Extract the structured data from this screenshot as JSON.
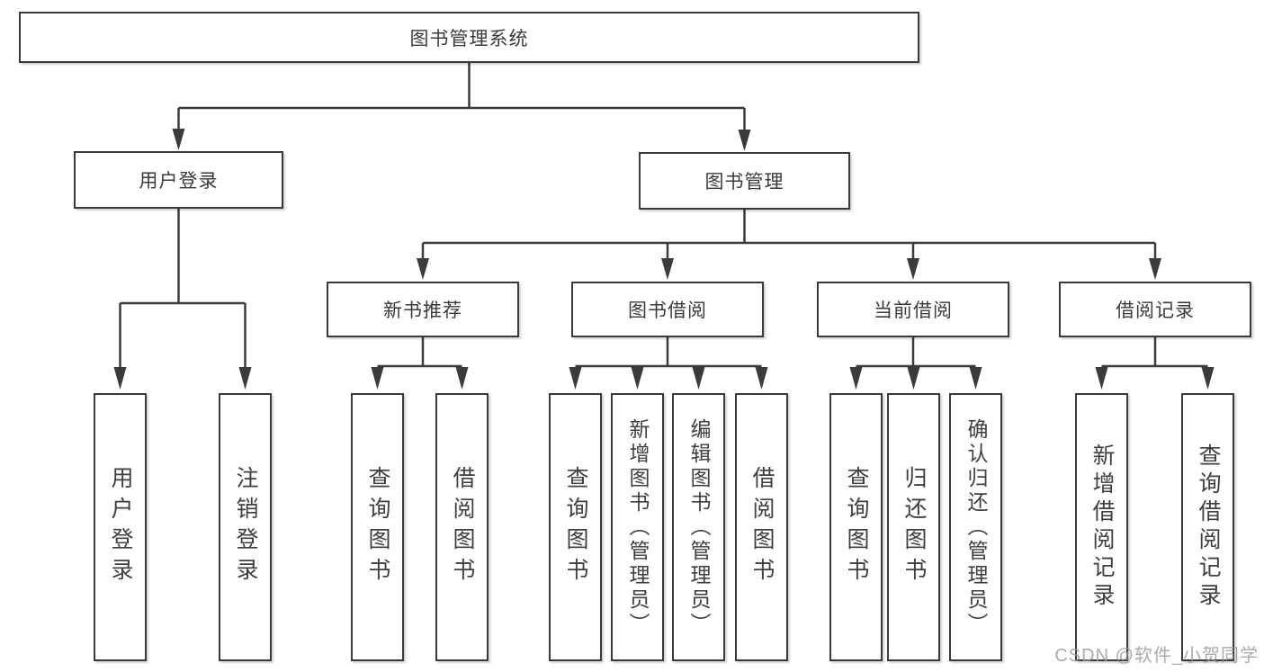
{
  "colors": {
    "line": "#3b3b3b",
    "box_border": "#3a3a3a",
    "box_fill": "#ffffff",
    "text": "#3f3f3f",
    "watermark": "#969696",
    "background": "#ffffff"
  },
  "watermark": {
    "text": "CSDN @软件_小贺同学"
  },
  "tree": {
    "root": {
      "label": "图书管理系统",
      "children": [
        {
          "label": "用户登录",
          "children": [
            {
              "label": "用户登录"
            },
            {
              "label": "注销登录"
            }
          ]
        },
        {
          "label": "图书管理",
          "children": [
            {
              "label": "新书推荐",
              "children": [
                {
                  "label": "查询图书"
                },
                {
                  "label": "借阅图书"
                }
              ]
            },
            {
              "label": "图书借阅",
              "children": [
                {
                  "label": "查询图书"
                },
                {
                  "label": "新增图书（管理员）"
                },
                {
                  "label": "编辑图书（管理员）"
                },
                {
                  "label": "借阅图书"
                }
              ]
            },
            {
              "label": "当前借阅",
              "children": [
                {
                  "label": "查询图书"
                },
                {
                  "label": "归还图书"
                },
                {
                  "label": "确认归还（管理员）"
                }
              ]
            },
            {
              "label": "借阅记录",
              "children": [
                {
                  "label": "新增借阅记录"
                },
                {
                  "label": "查询借阅记录"
                }
              ]
            }
          ]
        }
      ]
    }
  }
}
